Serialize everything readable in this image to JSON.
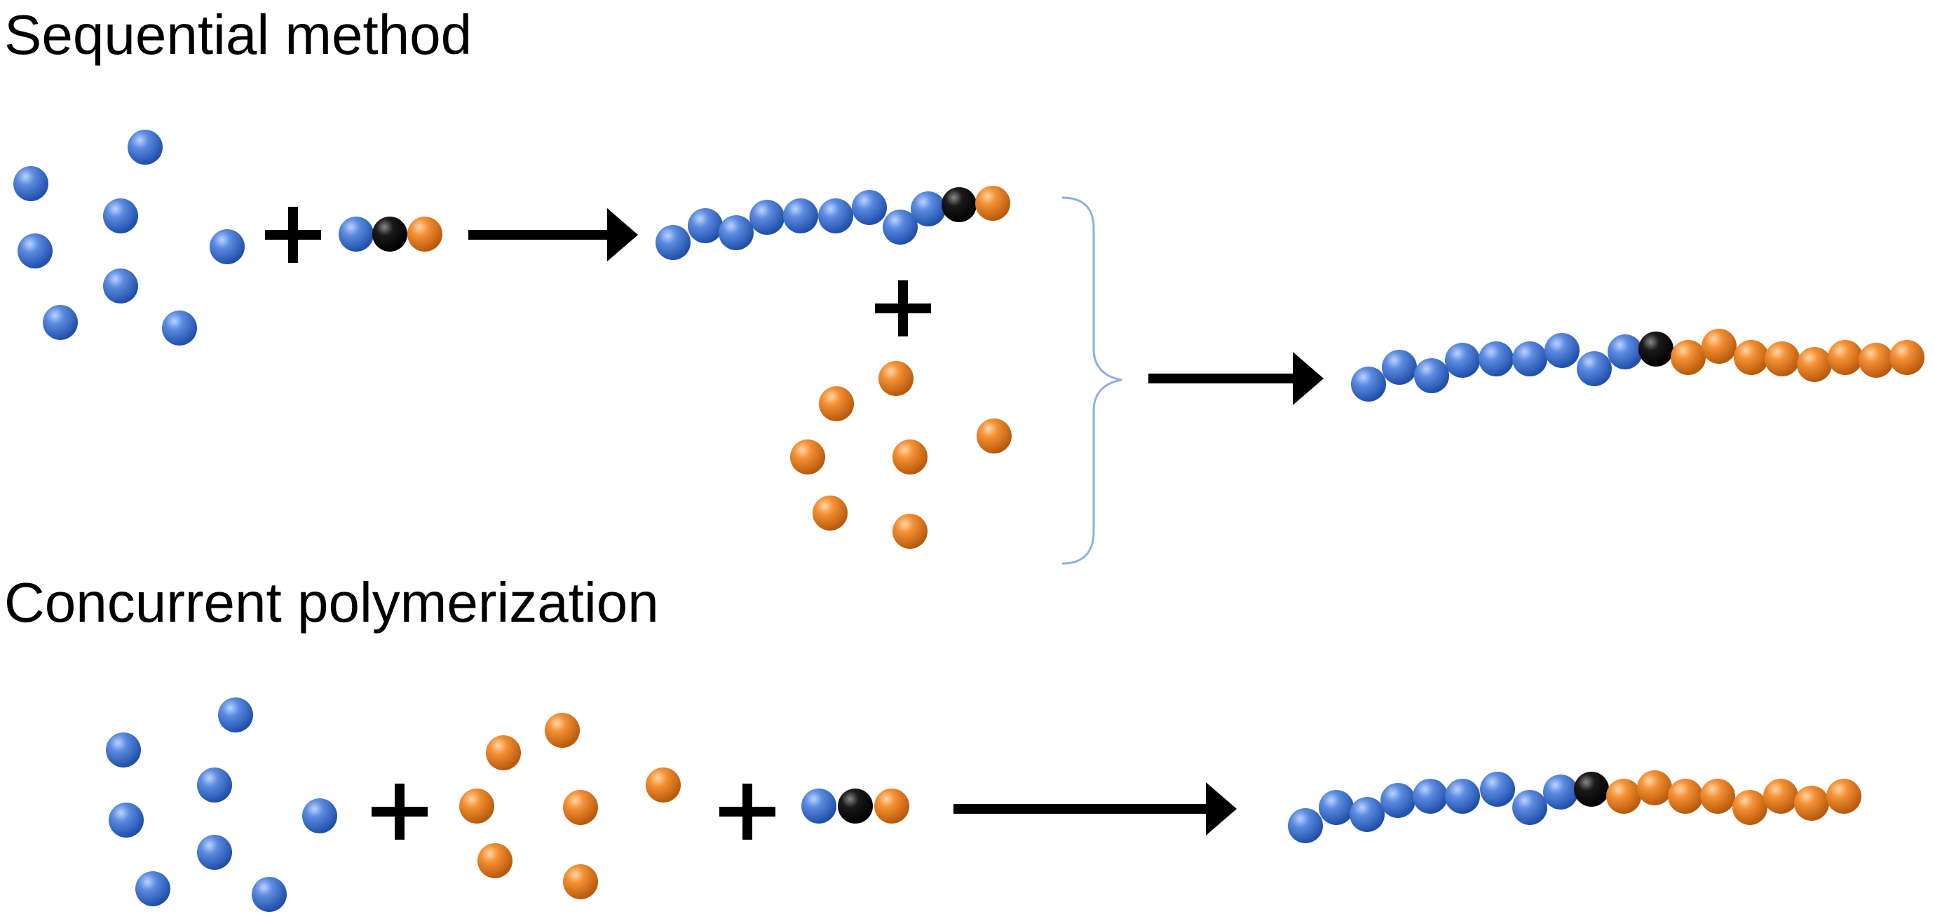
{
  "sections": {
    "sequential_title": "Sequential method",
    "concurrent_title": "Concurrent polymerization"
  },
  "colors": {
    "blue_monomer": "#4a7bd4",
    "orange_monomer": "#f0882a",
    "initiator_core": "#111111",
    "arrow": "#000000",
    "bracket": "#8faee0"
  },
  "legend_icons": {
    "blue": "blue-monomer-sphere",
    "orange": "orange-monomer-sphere",
    "black": "initiator-sphere"
  }
}
